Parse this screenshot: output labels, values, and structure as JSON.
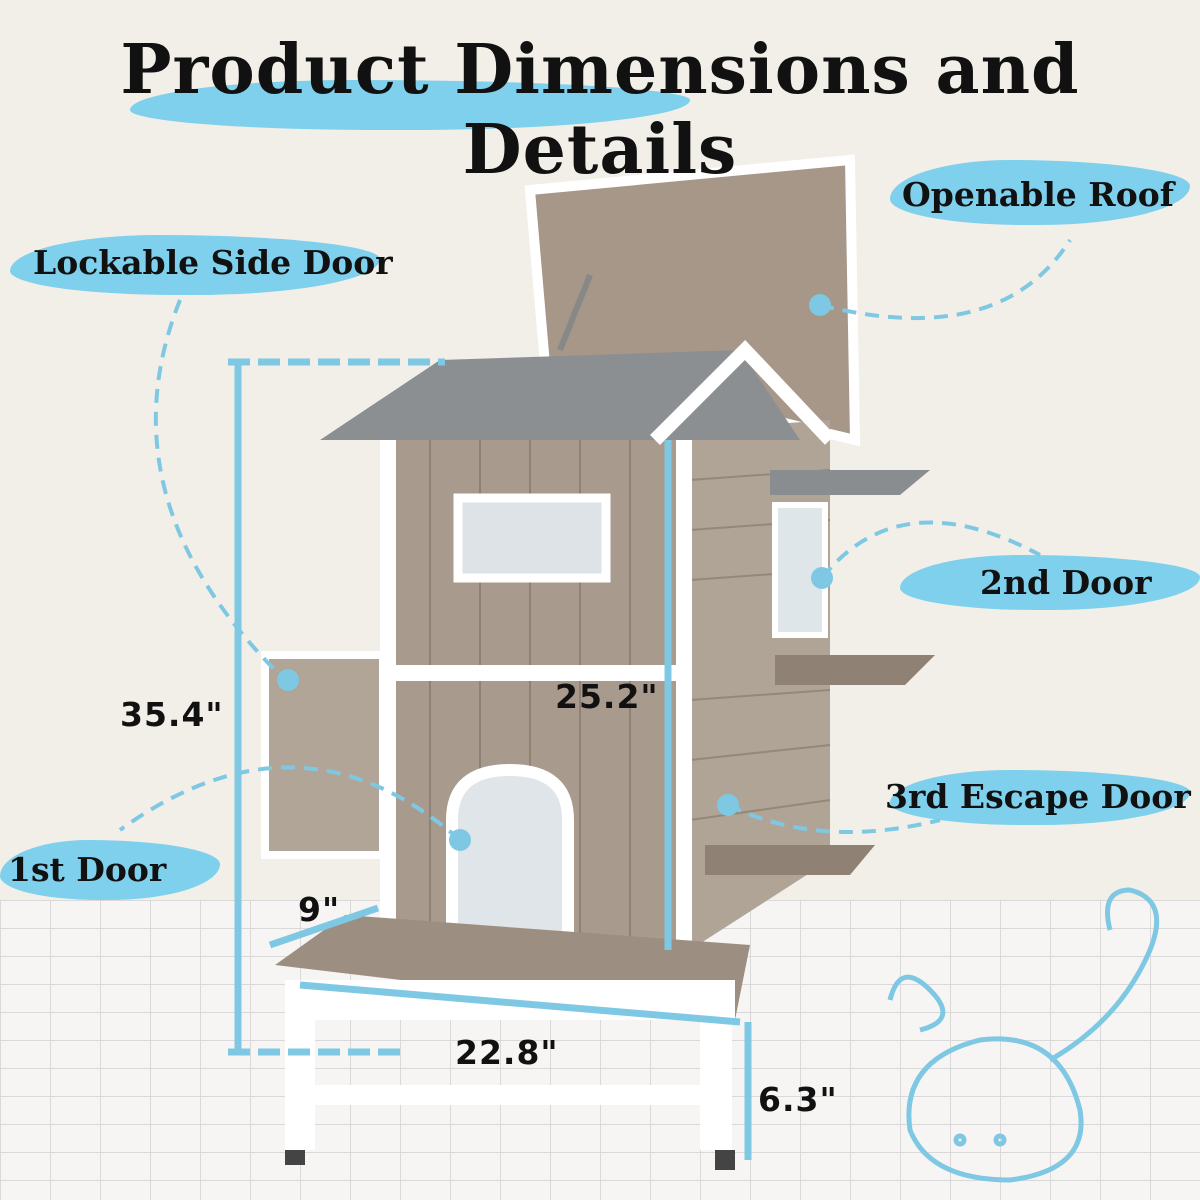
{
  "title": "Product Dimensions and Details",
  "features": {
    "openable_roof": "Openable Roof",
    "lockable_side_door": "Lockable Side Door",
    "second_door": "2nd Door",
    "third_escape_door": "3rd Escape Door",
    "first_door": "1st Door"
  },
  "dimensions": {
    "total_height": "35.4\"",
    "house_height": "25.2\"",
    "step_depth": "9\"",
    "step_width": "22.8\"",
    "step_height": "6.3\""
  },
  "colors": {
    "accent": "#7fd0ec",
    "wood": "#a79a8d",
    "trim": "#ffffff",
    "roof": "#8a8d90"
  }
}
